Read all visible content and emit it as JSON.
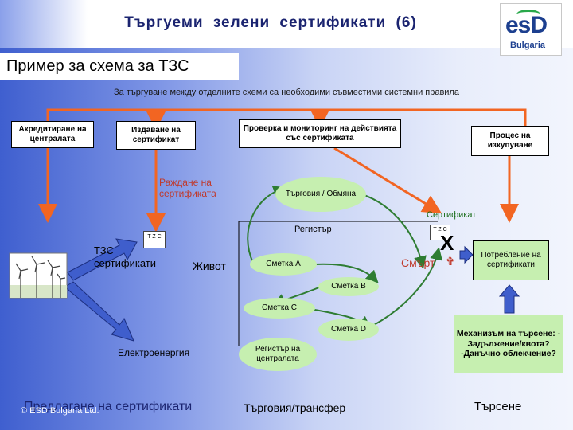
{
  "header": {
    "title": "Търгуеми зелени сертификати (6)",
    "logo_main": "esD",
    "logo_sub": "Bulgaria"
  },
  "subtitle": "Пример за схема за ТЗС",
  "note": "За търгуване между отделните схеми са необходими съвместими системни правила",
  "boxes": {
    "accreditation": "Акредитиране на централата",
    "issuance": "Издаване на сертификат",
    "verification": "Проверка и мониторинг на действията със сертификата",
    "redemption": "Процес на изкупуване",
    "consumption": "Потребление на сертификати",
    "demand": "Механизъм на търсене: - Задължение/квота? -Данъчно облекчение?"
  },
  "labels": {
    "birth": "Раждане на сертификата",
    "trade": "Търговия / Обмяна",
    "certificate": "Сертификат",
    "registry": "Регистър",
    "tgc": "ТЗС сертификати",
    "life": "Живот",
    "death": "Смърт",
    "electricity": "Електроенергия",
    "central_registry": "Регистър на централата",
    "x_mark": "X",
    "cert_tag_1": "T Z C",
    "cert_tag_2": "T Z C"
  },
  "accounts": {
    "a": "Сметка А",
    "b": "Сметка В",
    "c": "Сметка С",
    "d": "Сметка D"
  },
  "footer": {
    "supply": "Предлагане на сертификати",
    "copyright": "© ESD Bulgaria Ltd.",
    "trade_transfer": "Търговия/трансфер",
    "demand": "Търсене"
  },
  "colors": {
    "arrow_orange": "#f26522",
    "arrow_green": "#2e7d32",
    "box_green": "#c6efb0",
    "title_blue": "#1b2470"
  }
}
